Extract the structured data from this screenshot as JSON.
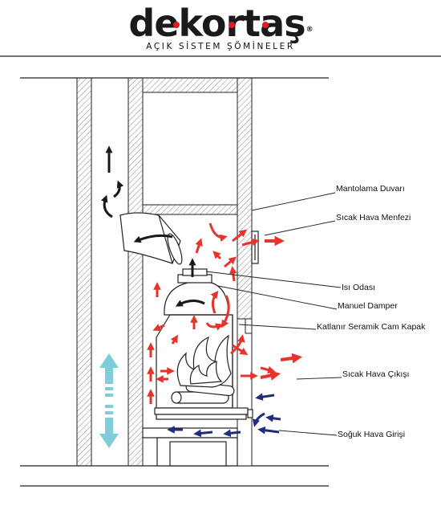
{
  "brand": {
    "name": "dekortaş",
    "registered": "®",
    "tagline": "AÇIK SİSTEM ŞÖMİNELER"
  },
  "labels": {
    "mantolama_duvari": "Mantolama Duvarı",
    "sicak_hava_menfezi": "Sıcak Hava Menfezi",
    "isi_odasi": "Isı Odası",
    "manuel_damper": "Manuel Damper",
    "katlanir_cam_kapak": "Katlanır Seramik Cam Kapak",
    "sicak_hava_cikisi": "Sıcak Hava Çıkışı",
    "soguk_hava_girisi": "Soğuk Hava Girişi"
  },
  "colors": {
    "hot_air": "#e8322c",
    "cold_air": "#1f2d7a",
    "flue_gas": "#1a1a1a",
    "room_air": "#7fcdd8",
    "logo_dot": "#e11b22"
  }
}
